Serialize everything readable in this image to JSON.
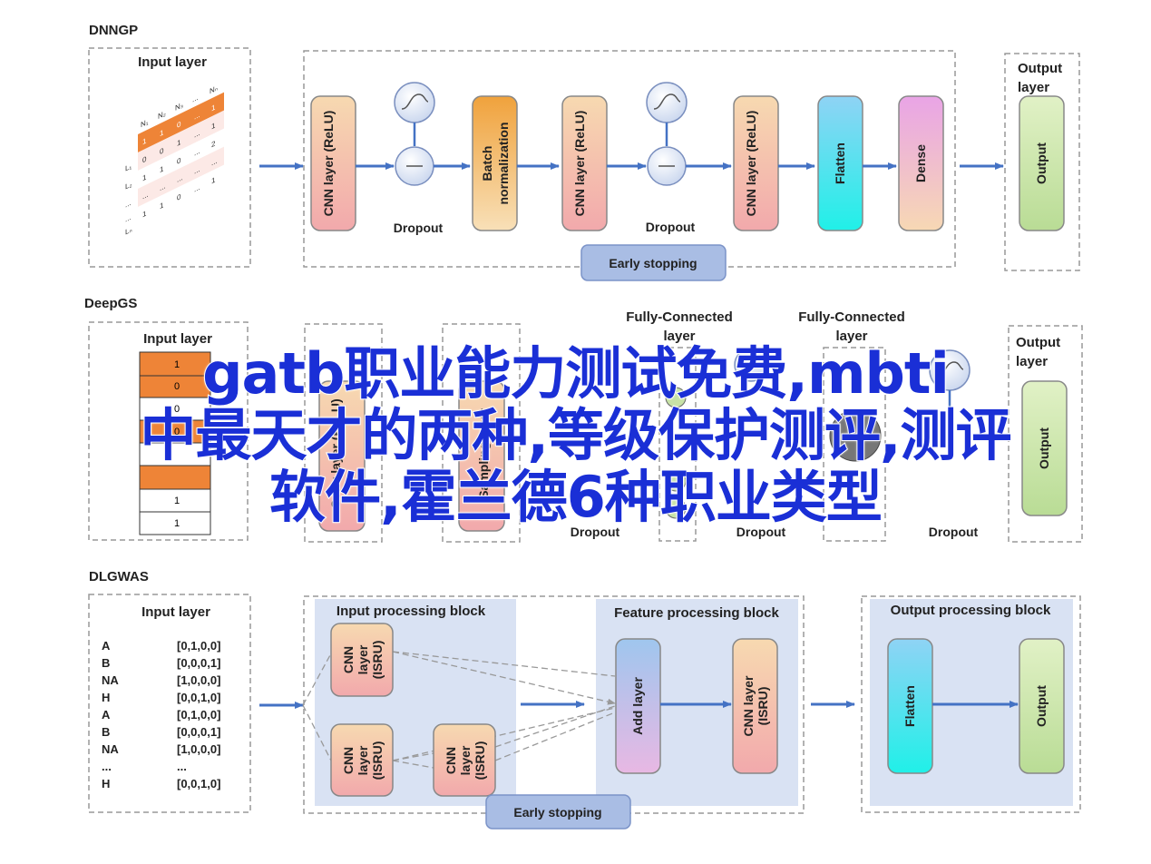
{
  "colors": {
    "pink": "#f2b2b2",
    "orange": "#f0a23c",
    "green": "#c7e2a6",
    "cyan": "#2ee6ee",
    "violet": "#e9a4e6",
    "blue_pill": "#a9bde4",
    "block_bg": "#d9e2f3",
    "arrow": "#4472c4",
    "overlay_text": "#1a2fd6"
  },
  "dnngp": {
    "title": "DNNGP",
    "input_title": "Input layer",
    "matrix_cols": [
      "N₁",
      "N₂",
      "N₃",
      "...",
      "Nₙ"
    ],
    "matrix_rows": [
      "L₁",
      "L₂",
      "...",
      "...",
      "Lₙ"
    ],
    "matrix_first_row": [
      "1",
      "1",
      "0",
      "...",
      "1"
    ],
    "matrix_cells": [
      [
        "0",
        "0",
        "1",
        "...",
        "1"
      ],
      [
        "1",
        "1",
        "0",
        "...",
        "2"
      ],
      [
        "...",
        "...",
        "...",
        "...",
        "..."
      ],
      [
        "1",
        "1",
        "0",
        "...",
        "1"
      ]
    ],
    "layers": {
      "cnn1": "CNN layer (ReLU)",
      "dropout1": "Dropout",
      "batchnorm": "Batch normalization",
      "cnn2": "CNN layer (ReLU)",
      "dropout2": "Dropout",
      "cnn3": "CNN layer (ReLU)",
      "flatten": "Flatten",
      "dense": "Dense"
    },
    "early_stopping": "Early stopping",
    "output_title": "Output layer",
    "output": "Output"
  },
  "deepgs": {
    "title": "DeepGS",
    "input_title": "Input layer",
    "input_values": [
      "1",
      "0",
      "0",
      "0",
      "",
      "1",
      "1"
    ],
    "conv": "Conv layer (ReLU)",
    "sampling": "Sampling layer",
    "fc1": "Fully-Connected layer",
    "fc2": "Fully-Connected layer",
    "dropout1": "Dropout",
    "dropout2": "Dropout",
    "dropout3": "Dropout",
    "output_title": "Output layer",
    "output": "Output"
  },
  "dlgwas": {
    "title": "DLGWAS",
    "input_title": "Input layer",
    "table": [
      [
        "A",
        "[0,1,0,0]"
      ],
      [
        "B",
        "[0,0,0,1]"
      ],
      [
        "NA",
        "[1,0,0,0]"
      ],
      [
        "H",
        "[0,0,1,0]"
      ],
      [
        "A",
        "[0,1,0,0]"
      ],
      [
        "B",
        "[0,0,0,1]"
      ],
      [
        "NA",
        "[1,0,0,0]"
      ],
      [
        "...",
        "..."
      ],
      [
        "H",
        "[0,0,1,0]"
      ]
    ],
    "input_block": "Input processing block",
    "feature_block": "Feature processing block",
    "output_block": "Output processing block",
    "cnn_isru": "CNN layer (ISRU)",
    "add_layer": "Add layer",
    "flatten": "Flatten",
    "output": "Output",
    "early_stopping": "Early stopping"
  },
  "overlay": {
    "line1": "gatb职业能力测试免费,mbti",
    "line2": "中最天才的两种,等级保护测评,测评",
    "line3": "软件,霍兰德6种职业类型"
  }
}
